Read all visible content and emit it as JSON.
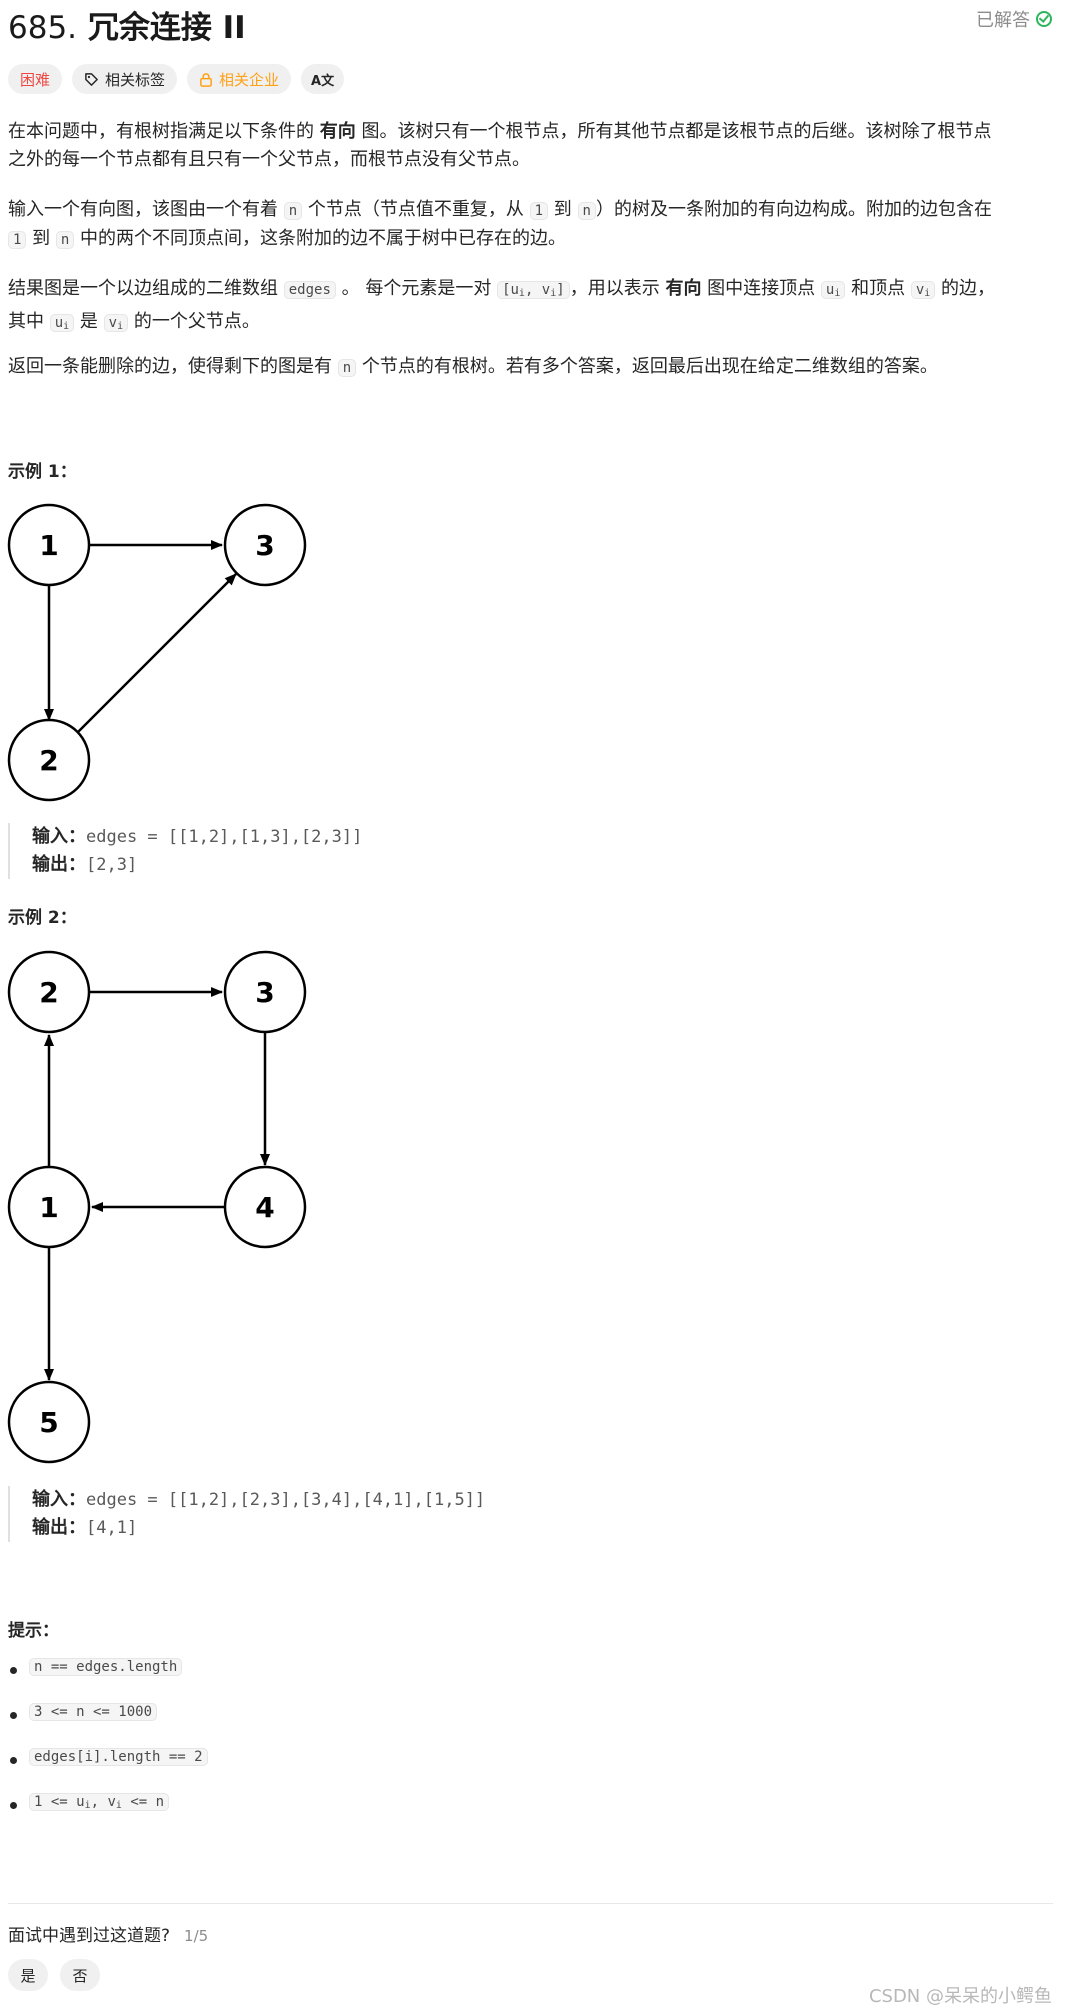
{
  "problem": {
    "number": "685.",
    "title": "冗余连接 II",
    "status": "已解答"
  },
  "tags": {
    "difficulty": "困难",
    "topics": "相关标签",
    "companies": "相关企业",
    "translate": "A文"
  },
  "description": {
    "p1": {
      "a": "在本问题中，有根树指满足以下条件的 ",
      "b": "有向",
      "c": " 图。该树只有一个根节点，所有其他节点都是该根节点的后继。该树除了根节点",
      "d": "之外的每一个节点都有且只有一个父节点，而根节点没有父节点。"
    },
    "p2": {
      "a": "输入一个有向图，该图由一个有着 ",
      "n1": "n",
      "b": " 个节点（节点值不重复，从 ",
      "one1": "1",
      "c": " 到 ",
      "n2": "n",
      "d": "）的树及一条附加的有向边构成。附加的边包含在",
      "one2": "1",
      "e": " 到 ",
      "n3": "n",
      "f": " 中的两个不同顶点间，这条附加的边不属于树中已存在的边。"
    },
    "p3": {
      "a": "结果图是一个以边组成的二维数组 ",
      "edges": "edges",
      "b": " 。 每个元素是一对 ",
      "pair_a": "[u",
      "pair_i1": "i",
      "pair_b": ", v",
      "pair_i2": "i",
      "pair_c": "]",
      "c": "，用以表示 ",
      "bold": "有向",
      "d": " 图中连接顶点 ",
      "u": "u",
      "ui": "i",
      "e": " 和顶点 ",
      "v": "v",
      "vi": "i",
      "f": " 的边，",
      "g": "其中 ",
      "u2": "u",
      "u2i": "i",
      "h": " 是 ",
      "v2": "v",
      "v2i": "i",
      "k": " 的一个父节点。"
    },
    "p4": {
      "a": "返回一条能删除的边，使得剩下的图是有 ",
      "n": "n",
      "b": " 个节点的有根树。若有多个答案，返回最后出现在给定二维数组的答案。"
    }
  },
  "examples": [
    {
      "heading": "示例 1：",
      "nodes": [
        "1",
        "3",
        "2"
      ],
      "input_label": "输入：",
      "input_value": "edges = [[1,2],[1,3],[2,3]]",
      "output_label": "输出：",
      "output_value": "[2,3]"
    },
    {
      "heading": "示例 2：",
      "nodes": [
        "2",
        "3",
        "1",
        "4",
        "5"
      ],
      "input_label": "输入：",
      "input_value": "edges = [[1,2],[2,3],[3,4],[4,1],[1,5]]",
      "output_label": "输出：",
      "output_value": "[4,1]"
    }
  ],
  "hints": {
    "heading": "提示：",
    "h1": "n == edges.length",
    "h2": "3 <= n <= 1000",
    "h3": "edges[i].length == 2",
    "h4": {
      "a": "1 <= u",
      "i1": "i",
      "b": ", v",
      "i2": "i",
      "c": " <= n"
    }
  },
  "interview": {
    "question": "面试中遇到过这道题?",
    "count": "1/5",
    "yes": "是",
    "no": "否"
  },
  "watermark": "CSDN @呆呆的小鳄鱼",
  "colors": {
    "hard": "#ef4743",
    "company": "#ffa116",
    "solved": "#2db55d"
  }
}
